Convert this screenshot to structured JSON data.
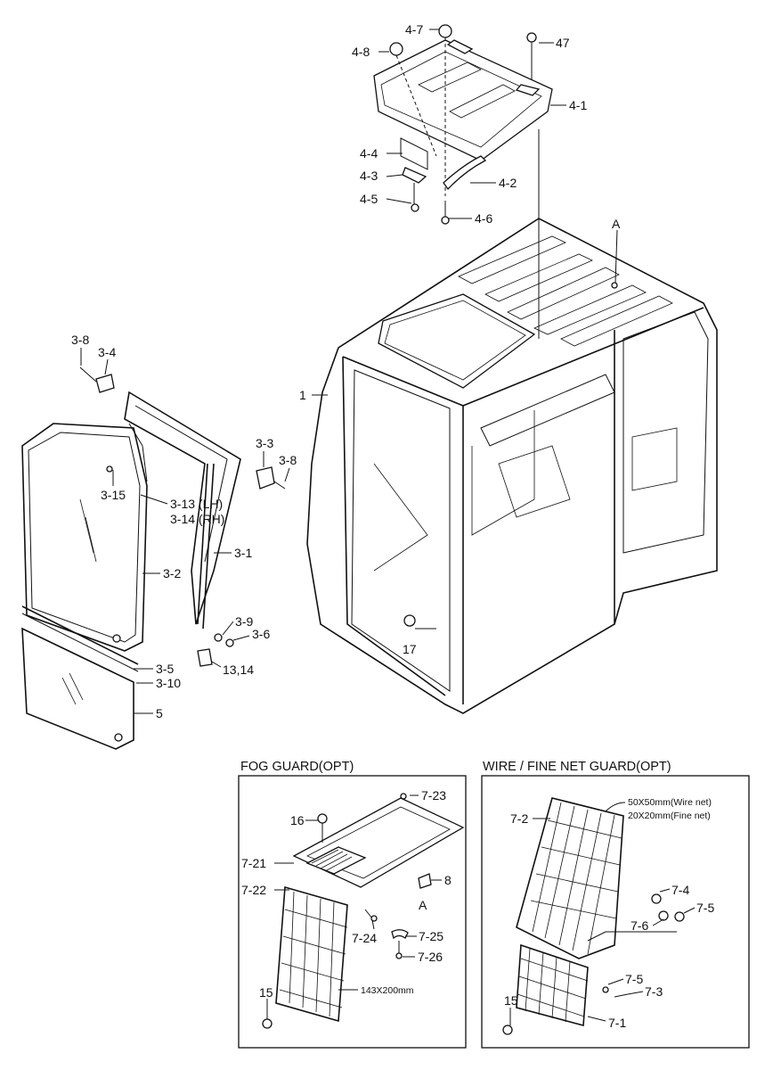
{
  "sections": {
    "fog_guard": {
      "title": "FOG GUARD(OPT)"
    },
    "wire_guard": {
      "title": "WIRE / FINE NET GUARD(OPT)"
    }
  },
  "callouts": {
    "c4_7": "4-7",
    "c4_8": "4-8",
    "c47": "47",
    "c4_1": "4-1",
    "c4_4": "4-4",
    "c4_3": "4-3",
    "c4_5": "4-5",
    "c4_2": "4-2",
    "c4_6": "4-6",
    "cA_top": "A",
    "c1": "1",
    "c3_8a": "3-8",
    "c3_4": "3-4",
    "c3_3": "3-3",
    "c3_8b": "3-8",
    "c3_15": "3-15",
    "c3_13": "3-13 (LH)",
    "c3_14": "3-14 (RH)",
    "c3_1": "3-1",
    "c3_2": "3-2",
    "c3_9": "3-9",
    "c3_6": "3-6",
    "c13_14": "13,14",
    "c3_5": "3-5",
    "c3_10": "3-10",
    "c5": "5",
    "c17": "17",
    "c7_23": "7-23",
    "c16": "16",
    "c7_21": "7-21",
    "c7_22": "7-22",
    "c8": "8",
    "cA_fog": "A",
    "c7_24": "7-24",
    "c7_25": "7-25",
    "c7_26": "7-26",
    "c15_fog": "15",
    "c143": "143X200mm",
    "c7_2": "7-2",
    "c50": "50X50mm(Wire net)",
    "c20": "20X20mm(Fine net)",
    "c7_4": "7-4",
    "c7_6": "7-6",
    "c7_5a": "7-5",
    "c7_5b": "7-5",
    "c7_3": "7-3",
    "c15_wire": "15",
    "c7_1": "7-1"
  }
}
